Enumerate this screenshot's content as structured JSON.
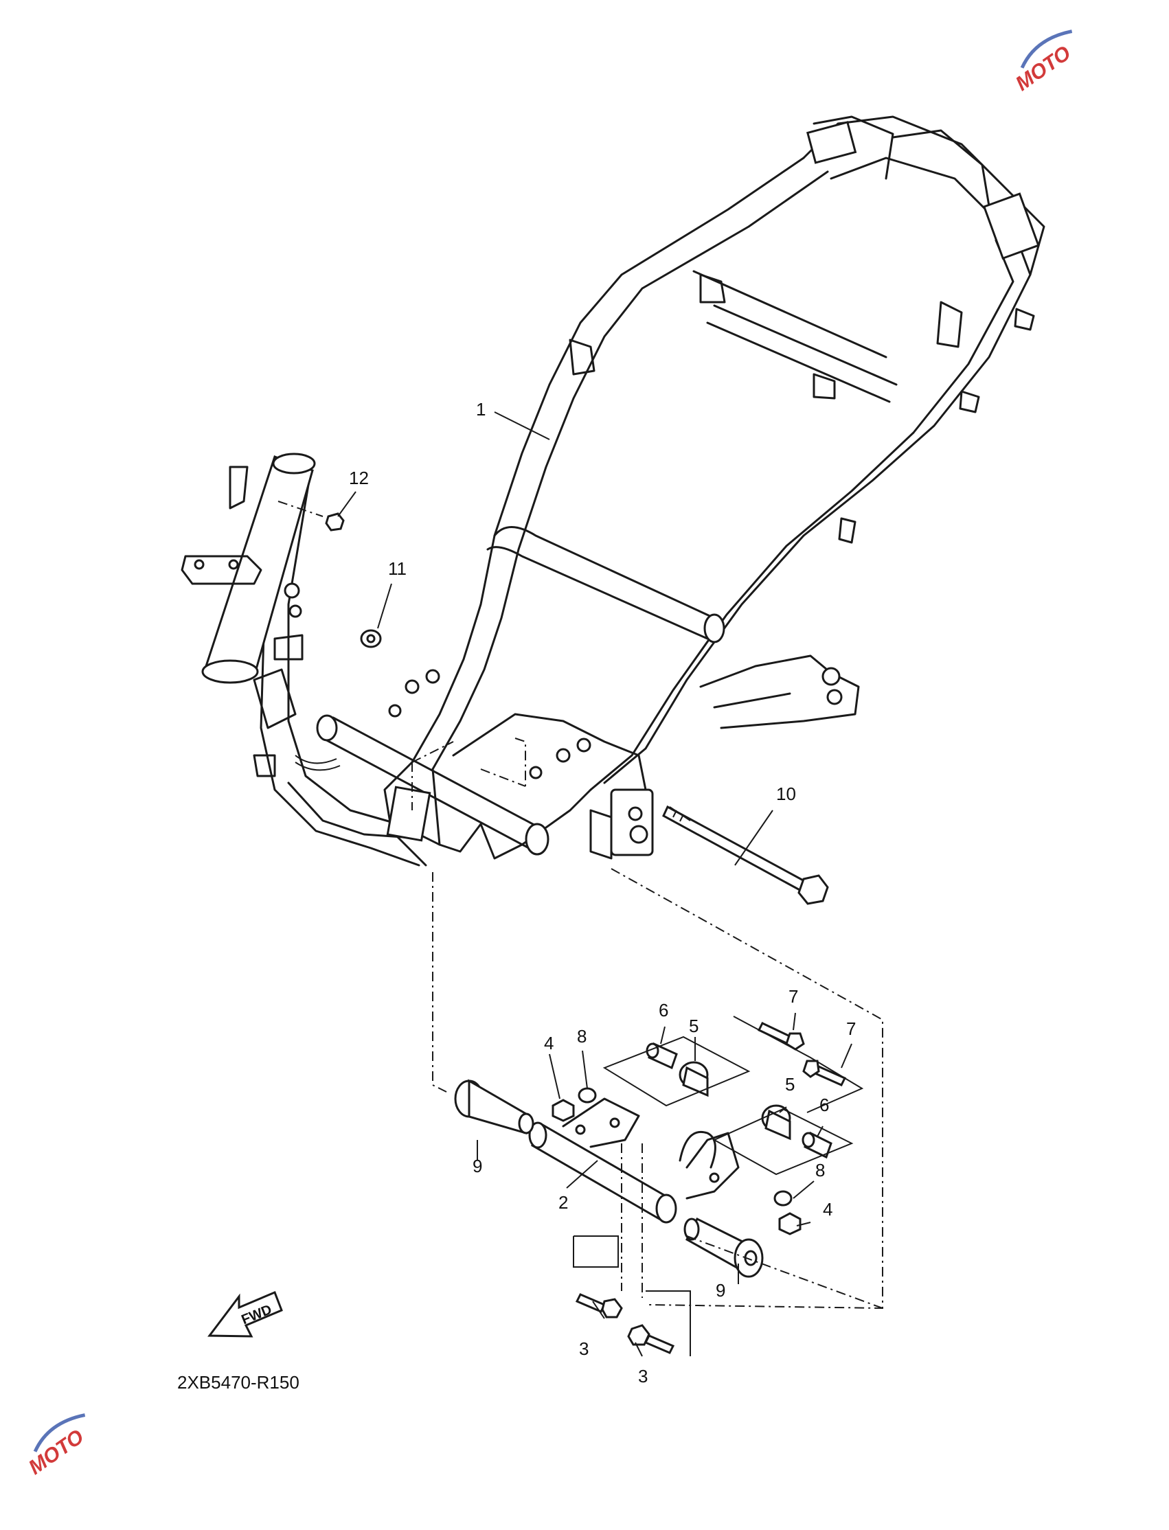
{
  "diagram": {
    "part_code": "2XB5470-R150",
    "fwd_label": "FWD",
    "callouts": [
      {
        "id": "c1",
        "label": "1"
      },
      {
        "id": "c2",
        "label": "2"
      },
      {
        "id": "c3a",
        "label": "3"
      },
      {
        "id": "c3b",
        "label": "3"
      },
      {
        "id": "c4a",
        "label": "4"
      },
      {
        "id": "c4b",
        "label": "4"
      },
      {
        "id": "c5a",
        "label": "5"
      },
      {
        "id": "c5b",
        "label": "5"
      },
      {
        "id": "c6a",
        "label": "6"
      },
      {
        "id": "c6b",
        "label": "6"
      },
      {
        "id": "c7a",
        "label": "7"
      },
      {
        "id": "c7b",
        "label": "7"
      },
      {
        "id": "c8a",
        "label": "8"
      },
      {
        "id": "c8b",
        "label": "8"
      },
      {
        "id": "c9a",
        "label": "9"
      },
      {
        "id": "c9b",
        "label": "9"
      },
      {
        "id": "c10",
        "label": "10"
      },
      {
        "id": "c11",
        "label": "11"
      },
      {
        "id": "c12",
        "label": "12"
      }
    ]
  },
  "watermark": {
    "logo_text": "MOTO",
    "colors": {
      "primary": "#d23a3a",
      "secondary": "#5a74b8"
    }
  },
  "colors": {
    "line": "#1a1a1a",
    "background": "#ffffff"
  }
}
